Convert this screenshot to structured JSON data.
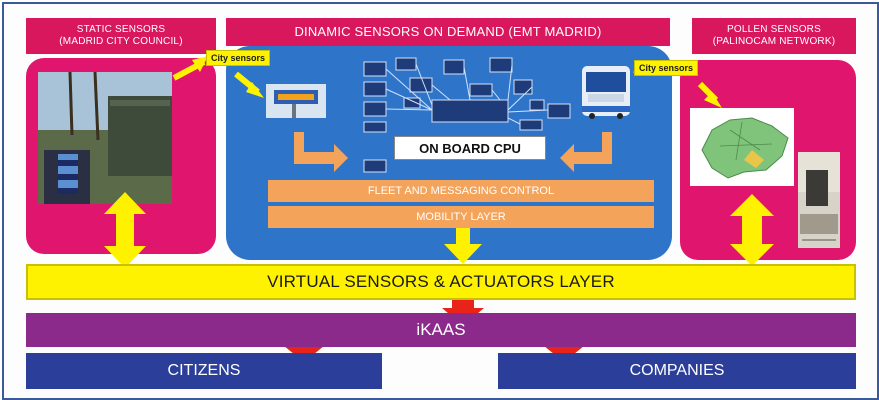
{
  "headers": {
    "static": [
      "STATIC SENSORS",
      "(MADRID CITY COUNCIL)"
    ],
    "dynamic": "DINAMIC SENSORS ON DEMAND (EMT MADRID)",
    "pollen": [
      "POLLEN SENSORS",
      "(PALINOCAM NETWORK)"
    ]
  },
  "labels": {
    "city_sensors_left": "City sensors",
    "city_sensors_right": "City sensors",
    "on_board_cpu": "ON BOARD CPU",
    "fleet_control": "FLEET AND MESSAGING CONTROL",
    "mobility_layer": "MOBILITY LAYER",
    "virtual_layer": "VIRTUAL SENSORS & ACTUATORS LAYER",
    "ikaas": "iKAAS",
    "citizens": "CITIZENS",
    "companies": "COMPANIES"
  },
  "colors": {
    "header_red": "#d9175c",
    "panel_pink": "#e0156e",
    "panel_blue": "#2e74c8",
    "orange": "#f4a35a",
    "yellow": "#fff200",
    "purple": "#8b2a8a",
    "navy": "#2b3f9a",
    "arrow_red": "#e8231a"
  }
}
